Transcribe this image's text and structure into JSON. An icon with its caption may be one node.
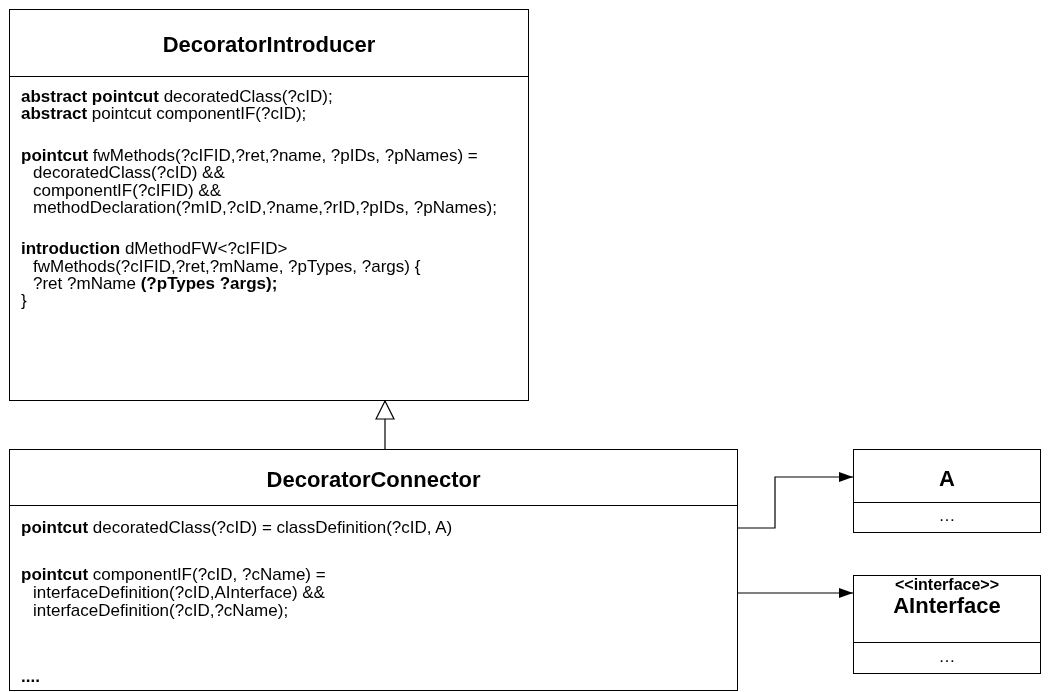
{
  "diagram": {
    "nodes": [
      {
        "text": [
          "DecoratorIntroducer",
          "**abstract pointcut** decoratedClass(?cID);",
          "**abstract** pointcut componentIF(?cID);",
          "**pointcut** fwMethods(?cIFID,?ret,?name, ?pIDs, ?pNames) =",
          "decoratedClass(?cID) &&",
          "componentIF(?cIFID) &&",
          "methodDeclaration(?mID,?cID,?name,?rID,?pIDs, ?pNames);",
          "**introduction** dMethodFW<?cIFID>",
          "fwMethods(?cIFID,?ret,?mName, ?pTypes, ?args) {",
          "?ret ?mName **(?pTypes ?args);**",
          "}"
        ]
      },
      {
        "text": [
          "DecoratorConnector",
          "...."
        ]
      },
      {
        "text": [
          "**pointcut** decoratedClass(?cID) = classDefinition(?cID, A)"
        ],
        "in": 1
      },
      {
        "text": [
          "**pointcut** componentIF(?cID, ?cName) =",
          "interfaceDefinition(?cID,AInterface) &&",
          "interfaceDefinition(?cID,?cName);"
        ],
        "in": 1
      },
      {
        "text": [
          "A",
          "…"
        ]
      },
      {
        "text": [
          "<<interface>>",
          "AInterface",
          "…"
        ]
      }
    ],
    "edges": [
      {
        "from": 1,
        "to": 0,
        "arrow": "to"
      },
      {
        "from": 2,
        "to": 4,
        "arrow": "to"
      },
      {
        "from": 3,
        "to": 5,
        "arrow": "to"
      }
    ]
  }
}
